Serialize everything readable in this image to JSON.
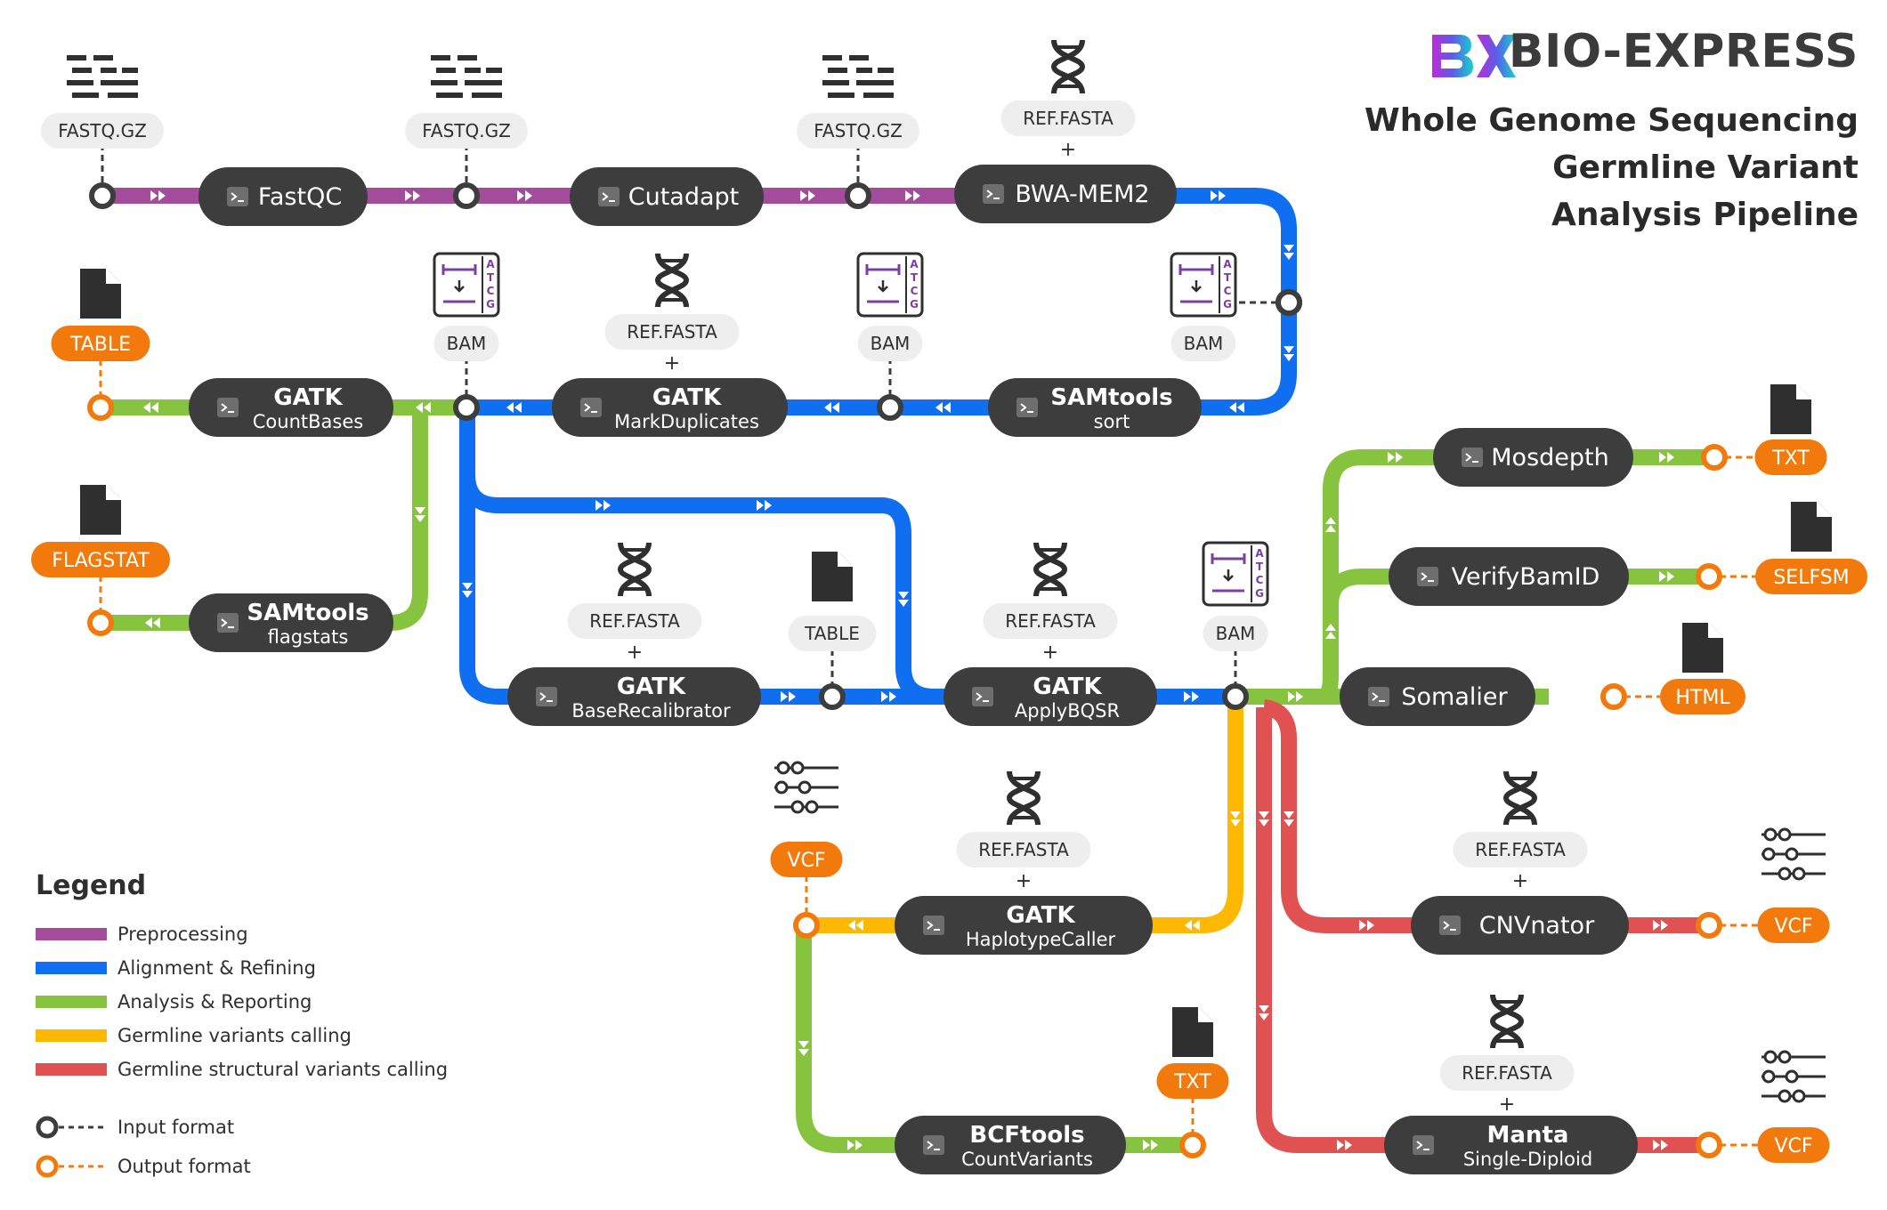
{
  "brand": {
    "logo_text": "BX",
    "name": "BIO-EXPRESS"
  },
  "title_lines": [
    "Whole Genome Sequencing",
    "Germline Variant",
    "Analysis Pipeline"
  ],
  "colors": {
    "preprocessing": "#a24c9b",
    "alignment": "#0f6ff0",
    "analysis": "#86c440",
    "germline": "#ffb800",
    "structural": "#e05252",
    "node": "#3d3d3d",
    "output": "#f27a0c",
    "label_bg": "#eeeeee"
  },
  "legend": {
    "title": "Legend",
    "items": [
      {
        "key": "preprocessing",
        "label": "Preprocessing"
      },
      {
        "key": "alignment",
        "label": "Alignment & Refining"
      },
      {
        "key": "analysis",
        "label": "Analysis & Reporting"
      },
      {
        "key": "germline",
        "label": "Germline variants calling"
      },
      {
        "key": "structural",
        "label": "Germline structural variants calling"
      }
    ],
    "input_label": "Input format",
    "output_label": "Output format"
  },
  "tools": [
    {
      "id": "fastqc",
      "name": "FastQC",
      "sub": ""
    },
    {
      "id": "cutadapt",
      "name": "Cutadapt",
      "sub": ""
    },
    {
      "id": "bwa",
      "name": "BWA-MEM2",
      "sub": ""
    },
    {
      "id": "samsort",
      "name": "SAMtools",
      "sub": "sort"
    },
    {
      "id": "markdup",
      "name": "GATK",
      "sub": "MarkDuplicates"
    },
    {
      "id": "countbases",
      "name": "GATK",
      "sub": "CountBases"
    },
    {
      "id": "flagstats",
      "name": "SAMtools",
      "sub": "flagstats"
    },
    {
      "id": "baserecal",
      "name": "GATK",
      "sub": "BaseRecalibrator"
    },
    {
      "id": "applybqsr",
      "name": "GATK",
      "sub": "ApplyBQSR"
    },
    {
      "id": "mosdepth",
      "name": "Mosdepth",
      "sub": ""
    },
    {
      "id": "verifybamid",
      "name": "VerifyBamID",
      "sub": ""
    },
    {
      "id": "somalier",
      "name": "Somalier",
      "sub": ""
    },
    {
      "id": "haplotype",
      "name": "GATK",
      "sub": "HaplotypeCaller"
    },
    {
      "id": "cnvnator",
      "name": "CNVnator",
      "sub": ""
    },
    {
      "id": "bcftools",
      "name": "BCFtools",
      "sub": "CountVariants"
    },
    {
      "id": "manta",
      "name": "Manta",
      "sub": "Single-Diploid"
    }
  ],
  "inputs": [
    {
      "id": "in1",
      "label": "FASTQ.GZ",
      "icon": "fastq-lines-icon"
    },
    {
      "id": "in2",
      "label": "FASTQ.GZ",
      "icon": "fastq-lines-icon"
    },
    {
      "id": "in3",
      "label": "FASTQ.GZ",
      "icon": "fastq-lines-icon"
    },
    {
      "id": "in4",
      "label": "REF.FASTA",
      "icon": "dna-icon",
      "plus": "+"
    },
    {
      "id": "in5",
      "label": "BAM",
      "icon": "bam-file-icon"
    },
    {
      "id": "in6",
      "label": "BAM",
      "icon": "bam-file-icon"
    },
    {
      "id": "in7",
      "label": "BAM",
      "icon": "bam-file-icon"
    },
    {
      "id": "in8",
      "label": "REF.FASTA",
      "icon": "dna-icon",
      "plus": "+"
    },
    {
      "id": "in9",
      "label": "REF.FASTA",
      "icon": "dna-icon",
      "plus": "+"
    },
    {
      "id": "in10",
      "label": "TABLE",
      "icon": "document-icon"
    },
    {
      "id": "in11",
      "label": "REF.FASTA",
      "icon": "dna-icon",
      "plus": "+"
    },
    {
      "id": "in12",
      "label": "BAM",
      "icon": "bam-file-icon"
    },
    {
      "id": "in13",
      "label": "REF.FASTA",
      "icon": "dna-icon",
      "plus": "+"
    },
    {
      "id": "in14",
      "label": "REF.FASTA",
      "icon": "dna-icon",
      "plus": "+"
    },
    {
      "id": "in15",
      "label": "REF.FASTA",
      "icon": "dna-icon",
      "plus": "+"
    }
  ],
  "outputs": [
    {
      "id": "out1",
      "label": "TABLE",
      "icon": "document-icon"
    },
    {
      "id": "out2",
      "label": "FLAGSTAT",
      "icon": "document-icon"
    },
    {
      "id": "out3",
      "label": "TXT",
      "icon": "document-icon"
    },
    {
      "id": "out4",
      "label": "SELFSM",
      "icon": "document-icon"
    },
    {
      "id": "out5",
      "label": "HTML",
      "icon": "document-icon"
    },
    {
      "id": "out6",
      "label": "VCF",
      "icon": "vcf-sliders-icon"
    },
    {
      "id": "out7",
      "label": "VCF",
      "icon": "vcf-sliders-icon"
    },
    {
      "id": "out8",
      "label": "TXT",
      "icon": "document-icon"
    },
    {
      "id": "out9",
      "label": "VCF",
      "icon": "vcf-sliders-icon"
    }
  ]
}
